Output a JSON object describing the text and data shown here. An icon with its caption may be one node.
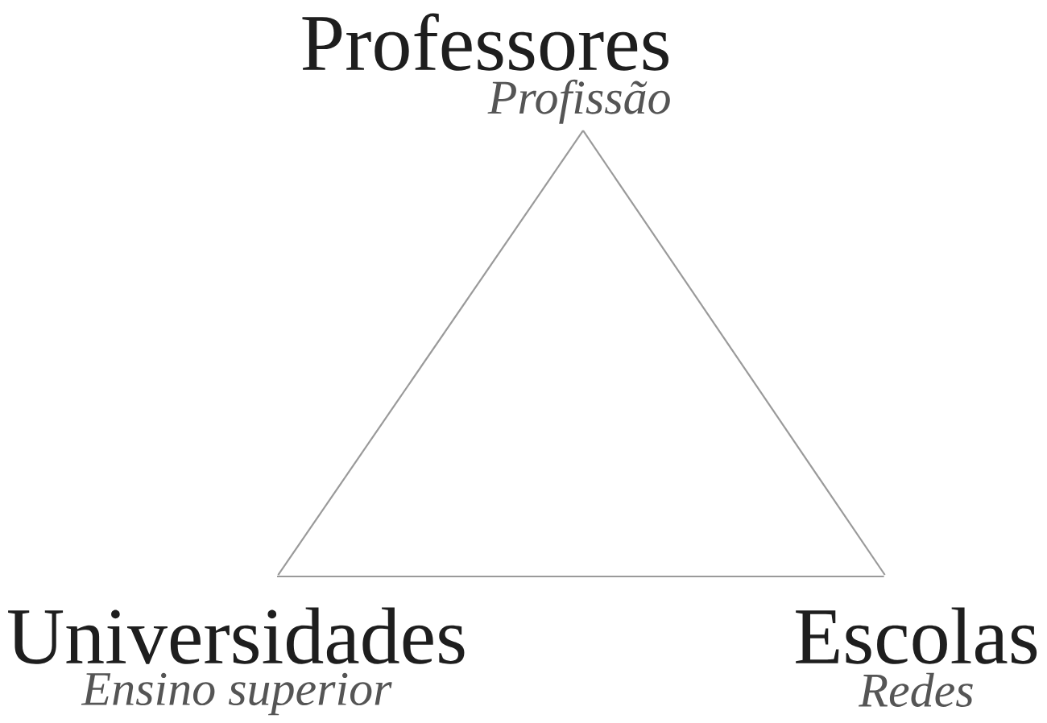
{
  "diagram": {
    "nodes": [
      {
        "text": [
          "Professores",
          "Profissão"
        ]
      },
      {
        "text": [
          "Universidades",
          "Ensino superior"
        ]
      },
      {
        "text": [
          "Escolas",
          "Redes"
        ]
      }
    ],
    "edges": [
      {
        "from": 0,
        "to": 1,
        "arrow": "none"
      },
      {
        "from": 0,
        "to": 2,
        "arrow": "none"
      },
      {
        "from": 1,
        "to": 2,
        "arrow": "none"
      }
    ]
  }
}
